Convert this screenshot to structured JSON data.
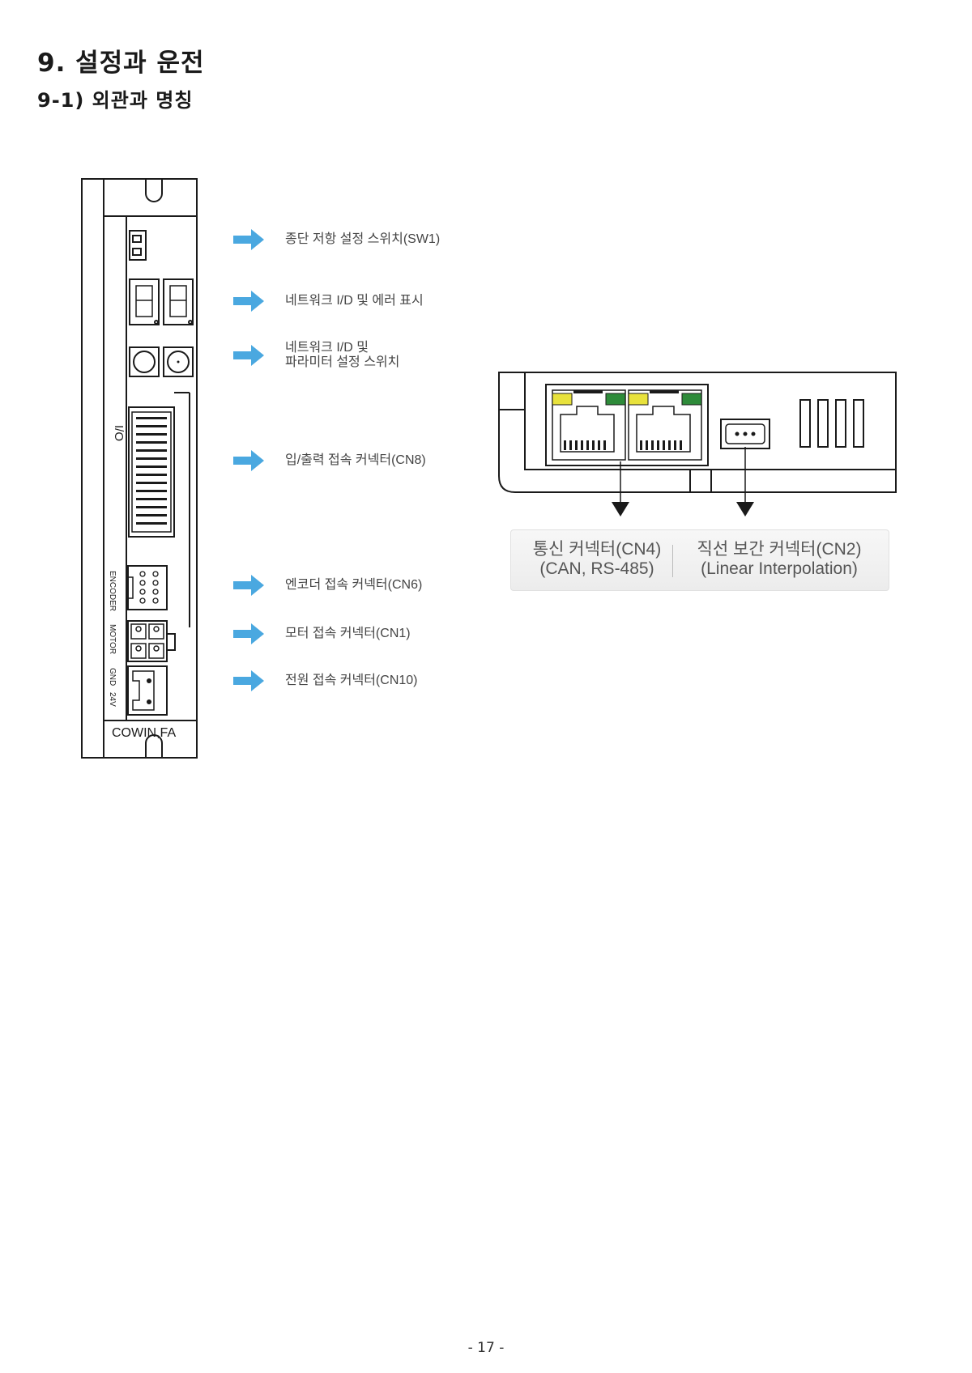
{
  "header": {
    "section_title": "9. 설정과 운전",
    "subsection_title": "9-1) 외관과 명칭"
  },
  "drive": {
    "brand": "COWIN,FA",
    "io_label": "I/O",
    "encoder_label": "ENCODER",
    "motor_label": "MOTOR",
    "gnd_label": "GND",
    "v24_label": "24V",
    "arrow_color": "#4aa8e0"
  },
  "callouts": [
    {
      "lines": [
        "종단 저항 설정 스위치(SW1)"
      ]
    },
    {
      "lines": [
        "네트워크 I/D 및 에러 표시"
      ]
    },
    {
      "lines": [
        "네트워크 I/D 및",
        "파라미터 설정 스위치"
      ]
    },
    {
      "lines": [
        "입/출력 접속 커넥터(CN8)"
      ]
    },
    {
      "lines": [
        "엔코더 접속 커넥터(CN6)"
      ]
    },
    {
      "lines": [
        "모터 접속 커넥터(CN1)"
      ]
    },
    {
      "lines": [
        "전원 접속 커넥터(CN10)"
      ]
    }
  ],
  "connectors_panel": {
    "led_yellow": "#e8e23c",
    "led_green": "#2e8b3a",
    "left": {
      "line1": "통신 커넥터(CN4)",
      "line2": "(CAN, RS-485)"
    },
    "right": {
      "line1": "직선 보간 커넥터(CN2)",
      "line2": "(Linear Interpolation)"
    }
  },
  "footer": {
    "page": "- 17 -"
  }
}
